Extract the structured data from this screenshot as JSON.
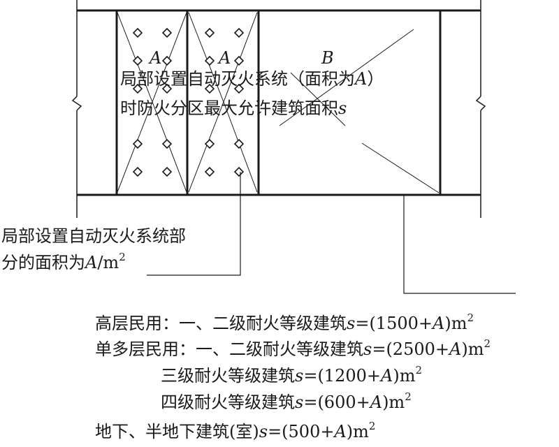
{
  "zone_labels": {
    "a1": "A",
    "a2": "A",
    "b": "B"
  },
  "overlay_text": {
    "line1": {
      "prefix": "局部设置自动灭火系统（面积为",
      "var": "A",
      "suffix": "）"
    },
    "line2": {
      "prefix": "时防火分区最大允许建筑面积",
      "var": "s"
    }
  },
  "local_area_label": {
    "line1": "局部设置自动灭火系统部",
    "line2": {
      "prefix": "分的面积为",
      "var": "A",
      "unit": "/m",
      "sup": "2"
    }
  },
  "formulas": [
    {
      "label": "高层民用：一、二级耐火等级建筑",
      "var": "s",
      "expr": "=(1500+",
      "a": "A",
      "close": ")m",
      "sup": "2"
    },
    {
      "label": "单多层民用：一、二级耐火等级建筑",
      "var": "s",
      "expr": "=(2500+",
      "a": "A",
      "close": ")m",
      "sup": "2"
    },
    {
      "label": "三级耐火等级建筑",
      "var": "s",
      "expr": "=(1200+",
      "a": "A",
      "close": ")m",
      "sup": "2"
    },
    {
      "label": "四级耐火等级建筑",
      "var": "s",
      "expr": "=(600+",
      "a": "A",
      "close": ")m",
      "sup": "2"
    },
    {
      "label": "地下、半地下建筑(室)",
      "var": "s",
      "expr": "=(500+",
      "a": "A",
      "close": ")m",
      "sup": "2"
    }
  ]
}
